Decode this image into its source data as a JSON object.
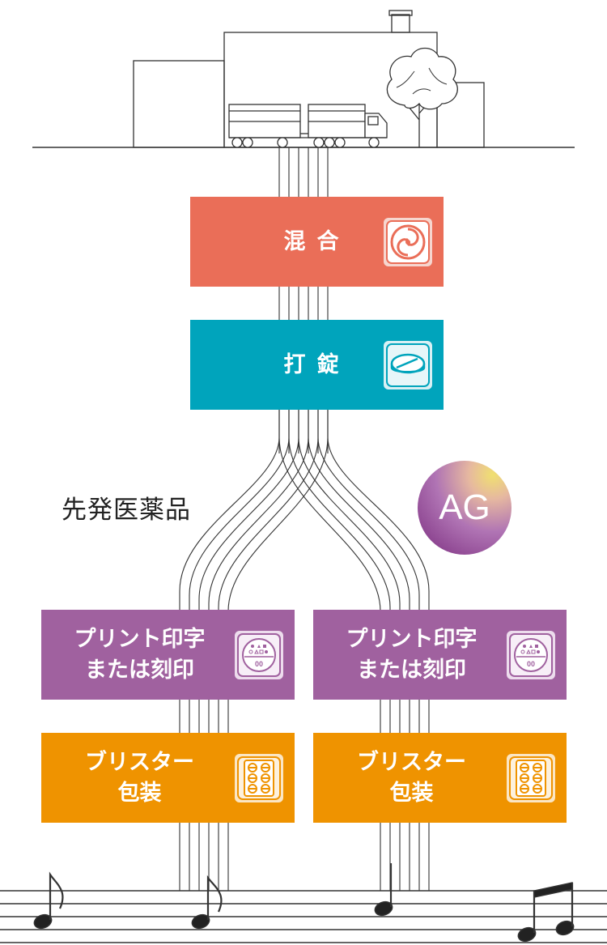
{
  "steps": {
    "mix": {
      "label": "混合",
      "icon": "swirl-mixer-icon",
      "color": "#ea6e58"
    },
    "tablet": {
      "label": "打錠",
      "icon": "tablet-icon",
      "color": "#00a4bc"
    },
    "print_left": {
      "line1": "プリント印字",
      "line2": "または刻印",
      "icon": "stamped-tablet-icon",
      "icon_text": "00",
      "color": "#a0619f"
    },
    "print_right": {
      "line1": "プリント印字",
      "line2": "または刻印",
      "icon": "stamped-tablet-icon",
      "icon_text": "00",
      "color": "#a0619f"
    },
    "blister_left": {
      "line1": "ブリスター",
      "line2": "包装",
      "icon": "blister-pack-icon",
      "color": "#ef9300"
    },
    "blister_right": {
      "line1": "ブリスター",
      "line2": "包装",
      "icon": "blister-pack-icon",
      "color": "#ef9300"
    }
  },
  "labels": {
    "original": "先発医薬品",
    "ag_badge": "AG"
  },
  "decor": {
    "factory": "factory-illustration",
    "truck": "truck-icon",
    "tree": "tree-icon",
    "music": "music-staff-notes-icon"
  }
}
